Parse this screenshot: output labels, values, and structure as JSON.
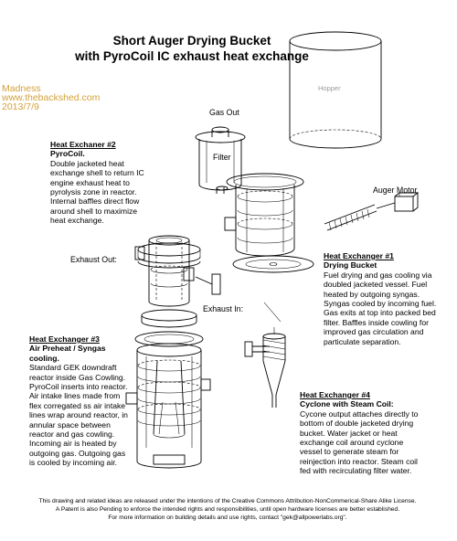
{
  "title": {
    "line1": "Short Auger Drying Bucket",
    "line2": "with PyroCoil IC exhaust heat exchange"
  },
  "stamp": {
    "name": "Madness",
    "site": "www.thebackshed.com",
    "date": "2013/7/9"
  },
  "labels": {
    "hopper": "Hopper",
    "gas_out": "Gas Out",
    "filter": "Filter",
    "auger_motor": "Auger Motor",
    "exhaust_out": "Exhaust Out:",
    "exhaust_in": "Exhaust In:"
  },
  "notes": {
    "hx2": {
      "heading": "Heat Exchaner #2",
      "subtitle": "PyroCoil.",
      "lines": [
        "Double jacketed heat",
        "exchange shell to return IC",
        "engine exhaust heat to",
        "pyrolysis zone in reactor.",
        "Internal baffles direct flow",
        "around shell to maximize",
        "heat exchange."
      ]
    },
    "hx1": {
      "heading": "Heat Exchanger #1",
      "subtitle": "Drying Bucket",
      "lines": [
        "Fuel drying and gas cooling via",
        "doubled jacketed vessel. Fuel",
        "heated by outgoing syngas.",
        "Syngas cooled by incoming fuel.",
        "Gas exits at top into packed bed",
        "filter.  Baffles inside cowling for",
        "improved gas circulation and",
        "particulate separation."
      ]
    },
    "hx3": {
      "heading": "Heat Exchanger #3",
      "subtitle_lines": [
        "Air Preheat / Syngas",
        "cooling."
      ],
      "lines": [
        "Standard GEK downdraft",
        "reactor inside Gas Cowling.",
        "PyroCoil inserts into reactor.",
        "Air intake lines made from",
        "flex corregated ss air intake",
        "lines wrap around reactor, in",
        "annular space between",
        "reactor and gas cowling.",
        "Incoming air is heated by",
        "outgoing gas.  Outgoing gas",
        "is cooled by incoming air."
      ]
    },
    "hx4": {
      "heading": "Heat Exchanger #4",
      "subtitle": "Cyclone with Steam Coil:",
      "lines": [
        "Cycone output attaches directly to",
        "bottom of double jacketed drying",
        "bucket.  Water jacket or heat",
        "exchange coil around cyclone",
        "vessel to generate steam for",
        "reinjection into reactor.  Steam coil",
        "fed with recirculating filter water."
      ]
    }
  },
  "footer": [
    "This drawing and related ideas are released under the intentions of the Creative Commons Attribution-NonCommerical-Share Alike License.",
    "A Patent is also Pending to enforce the intended rights and responsibilities, until open hardware licenses are better established.",
    "For more information on building details and use rights, contact \"gek@allpowerlabs.org\"."
  ]
}
